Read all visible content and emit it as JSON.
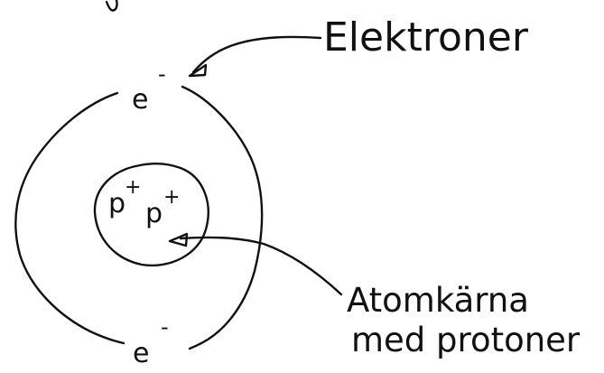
{
  "diagram": {
    "labels": {
      "electrons": "Elektroner",
      "nucleus_line1": "Atomkärna",
      "nucleus_line2": "med protoner"
    },
    "particles": {
      "electron_top": "e",
      "electron_top_charge": "-",
      "electron_bottom": "e",
      "electron_bottom_charge": "-",
      "proton_1": "p",
      "proton_1_charge": "+",
      "proton_2": "p",
      "proton_2_charge": "+"
    },
    "colors": {
      "ink": "#111111",
      "background": "#ffffff"
    }
  }
}
